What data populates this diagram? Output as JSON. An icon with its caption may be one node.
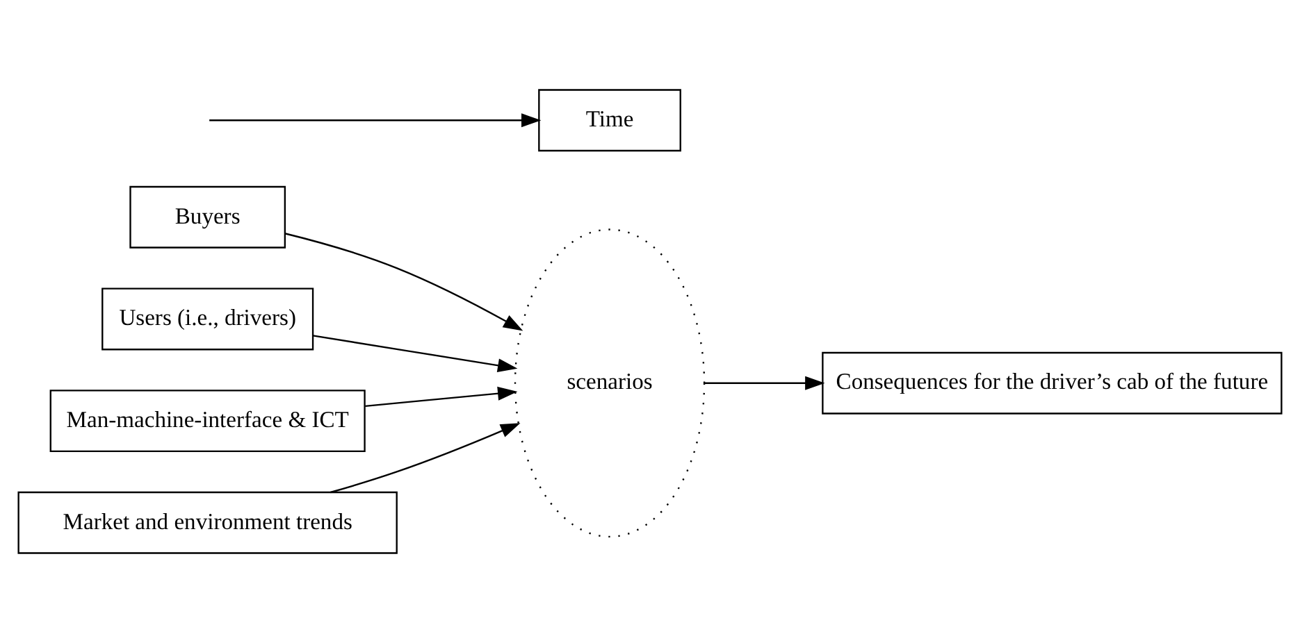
{
  "diagram": {
    "nodes": [
      {
        "text": [
          "Buyers"
        ]
      },
      {
        "text": [
          "Users (i.e., drivers)"
        ]
      },
      {
        "text": [
          "Man-machine-interface & ICT"
        ]
      },
      {
        "text": [
          "scenarios"
        ]
      },
      {
        "text": [
          "Consequences for the driver’s cab of the future"
        ]
      },
      {
        "text": [
          "Market and environment trends"
        ]
      },
      {
        "text": [
          "Time"
        ]
      }
    ],
    "edges": [
      {
        "from": 0,
        "to": 3,
        "arrow": "to"
      },
      {
        "from": 1,
        "to": 3,
        "arrow": "to"
      },
      {
        "from": 2,
        "to": 3,
        "arrow": "to"
      },
      {
        "from": 5,
        "to": 3,
        "arrow": "to"
      },
      {
        "from": 3,
        "to": 4,
        "arrow": "to"
      },
      {
        "from": null,
        "to": 6,
        "arrow": "to"
      }
    ]
  }
}
